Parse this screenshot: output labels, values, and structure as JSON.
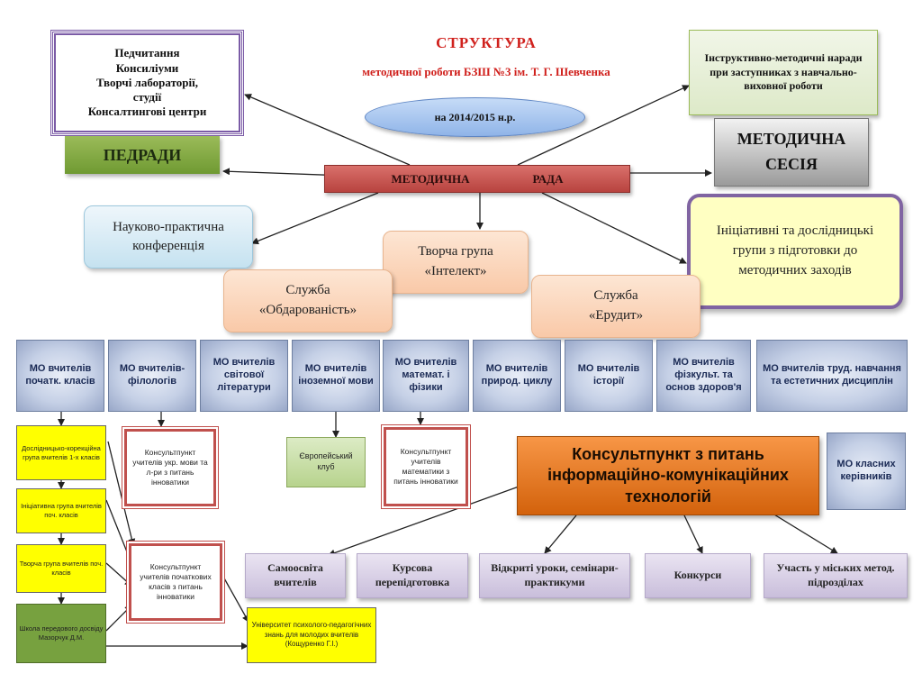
{
  "header": {
    "title": "СТРУКТУРА",
    "subtitle": "методичної роботи БЗШ №3 ім. Т. Г. Шевченка",
    "year": "на 2014/2015 н.р."
  },
  "nodes": {
    "pedrady_list": [
      "Педчитання",
      "Консиліуми",
      "Творчі лабораторії,",
      "студії",
      "Консалтингові центри"
    ],
    "pedrady": "ПЕДРАДИ",
    "instr_meetings": "Інструктивно-методичні наради при заступниках з навчально-виховної роботи",
    "method_session": [
      "МЕТОДИЧНА",
      "СЕСІЯ"
    ],
    "method_council": [
      "МЕТОДИЧНА",
      "РАДА"
    ],
    "conference": "Науково-практична конференція",
    "creative_group": [
      "Творча група",
      "«Інтелект»"
    ],
    "initiative_groups": "Ініціативні та дослідницькі групи з підготовки до методичних заходів",
    "service_gifted": [
      "Служба",
      "«Обдарованість»"
    ],
    "service_erudite": [
      "Служба",
      "«Ерудит»"
    ]
  },
  "mo_units": [
    "МО вчителів початк. класів",
    "МО вчителів-філологів",
    "МО вчителів світової літератури",
    "МО вчителів іноземної мови",
    "МО вчителів математ. і фізики",
    "МО вчителів природ. циклу",
    "МО вчителів історії",
    "МО вчителів фізкульт. та основ здоров'я",
    "МО вчителів труд. навчання та естетичних дисциплін"
  ],
  "mo_class": "МО класних керівників",
  "primary_groups": [
    "Дослідницько-корекційна група вчителів 1-х класів",
    "Ініціативна група вчителів поч. класів",
    "Творча група вчителів поч. класів",
    "Школа передового досвіду Мазорчук Д.М."
  ],
  "consult": {
    "philology": "Консультпункт учителів укр. мови та л-ри з питань інноватики",
    "math": "Консультпункт учителів математики з питань інноватики",
    "primary": "Консультпункт учителів початкових класів з питань інноватики",
    "ict": "Консультпункт з питань інформаційно-комунікаційних технологій"
  },
  "euro_club": "Європейський клуб",
  "university": "Університет психолого-педагогічних знань для молодих вчителів (Кощуренко Г.І.)",
  "ict_children": [
    "Самоосвіта вчителів",
    "Курсова перепідготовка",
    "Відкриті уроки, семінари-практикуми",
    "Конкурси",
    "Участь у міських метод. підрозділах"
  ],
  "colors": {
    "title_red": "#d0211d",
    "council_red": "#c0504d",
    "pedrady_green": "#77a13f",
    "ict_orange": "#e46c0a",
    "mo_blue": "#c5d0e6",
    "yellow": "#ffff00"
  }
}
